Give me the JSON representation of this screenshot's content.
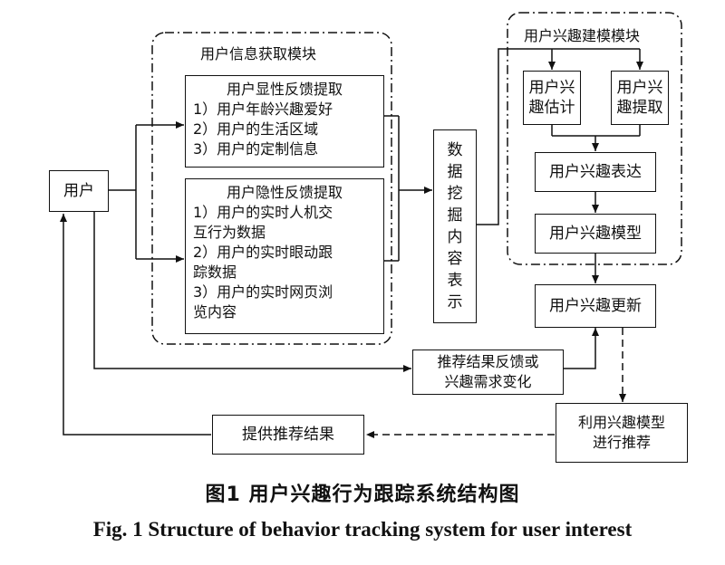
{
  "nodes": {
    "user": "用户",
    "info_module": "用户信息获取模块",
    "explicit": {
      "title": "用户显性反馈提取",
      "items": [
        "1）用户年龄兴趣爱好",
        "2）用户的生活区域",
        "3）用户的定制信息"
      ]
    },
    "implicit": {
      "title": "用户隐性反馈提取",
      "items": [
        "1）用户的实时人机交",
        "互行为数据",
        "2）用户的实时眼动跟",
        "踪数据",
        "3）用户的实时网页浏",
        "览内容"
      ]
    },
    "mining": [
      "数",
      "据",
      "挖",
      "掘",
      "内",
      "容",
      "表",
      "示"
    ],
    "model_module": "用户兴趣建模模块",
    "estimate": [
      "用户兴",
      "趣估计"
    ],
    "extract": [
      "用户兴",
      "趣提取"
    ],
    "expression": "用户兴趣表达",
    "model": "用户兴趣模型",
    "update": "用户兴趣更新",
    "feedback": [
      "推荐结果反馈或",
      "兴趣需求变化"
    ],
    "recommend": [
      "利用兴趣模型",
      "进行推荐"
    ],
    "provide": "提供推荐结果"
  },
  "caption": {
    "zh": "图1  用户兴趣行为跟踪系统结构图",
    "en": "Fig. 1  Structure of behavior tracking system for user interest"
  }
}
